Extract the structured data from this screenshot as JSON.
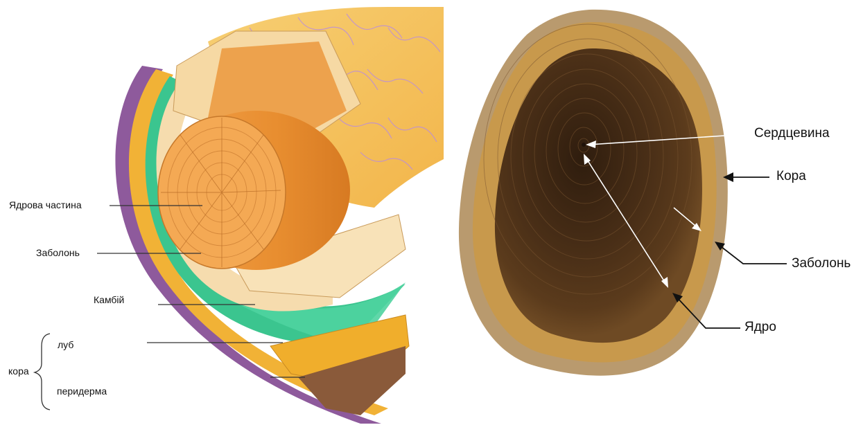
{
  "left_figure": {
    "labels": {
      "heartwood": "Ядрова частина",
      "sapwood": "Заболонь",
      "cambium": "Камбій",
      "bark": "кора",
      "phloem": "луб",
      "periderm": "перидерма"
    }
  },
  "right_figure": {
    "labels": {
      "pith": "Сердцевина",
      "bark": "Кора",
      "sapwood": "Заболонь",
      "heartwood": "Ядро"
    }
  },
  "colors": {
    "heartwood": "#e9953a",
    "sapwood": "#f6d9a4",
    "cambium": "#39c28f",
    "phloem": "#f0b030",
    "periderm": "#8a5a3a",
    "bark_outer": "#f6c25c",
    "log_dark": "#4e3219",
    "log_sapwood": "#c99a4b"
  }
}
